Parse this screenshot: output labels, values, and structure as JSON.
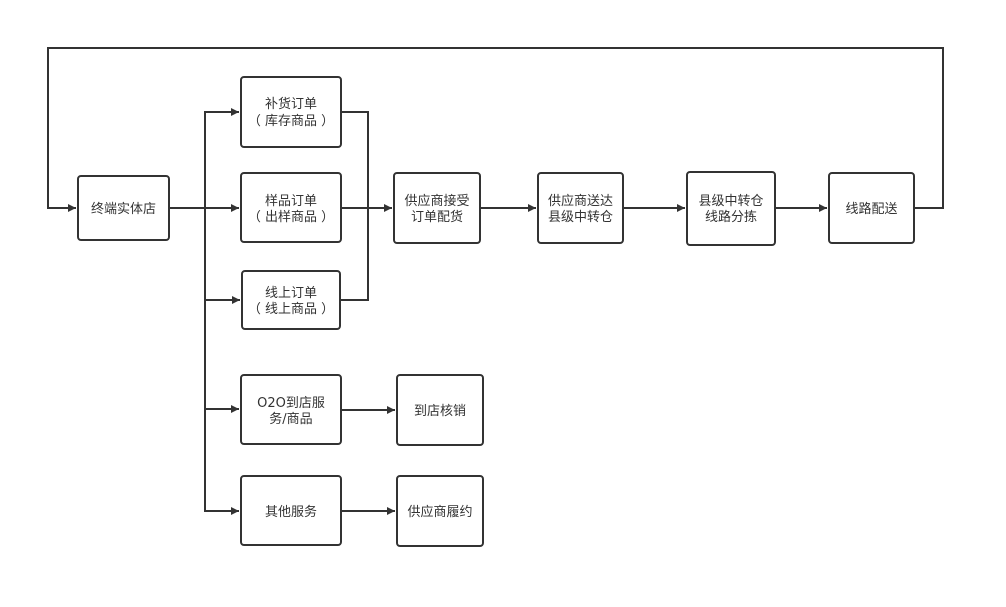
{
  "nodes": {
    "terminal_store": {
      "lines": [
        "终端实体店"
      ]
    },
    "restock_order": {
      "lines": [
        "补货订单",
        "（ 库存商品 ）"
      ]
    },
    "sample_order": {
      "lines": [
        "样品订单",
        "（ 出样商品 ）"
      ]
    },
    "online_order": {
      "lines": [
        "线上订单",
        "（ 线上商品 ）"
      ]
    },
    "supplier_accept": {
      "lines": [
        "供应商接受",
        "订单配货"
      ]
    },
    "supplier_deliver": {
      "lines": [
        "供应商送达",
        "县级中转仓"
      ]
    },
    "county_sort": {
      "lines": [
        "县级中转仓",
        "线路分拣"
      ]
    },
    "route_delivery": {
      "lines": [
        "线路配送"
      ]
    },
    "o2o_service": {
      "lines": [
        "O2O到店服",
        "务/商品"
      ]
    },
    "instore_redeem": {
      "lines": [
        "到店核销"
      ]
    },
    "other_service": {
      "lines": [
        "其他服务"
      ]
    },
    "supplier_fulfill": {
      "lines": [
        "供应商履约"
      ]
    }
  },
  "colors": {
    "stroke": "#333333",
    "fill": "#ffffff",
    "text": "#333333"
  }
}
